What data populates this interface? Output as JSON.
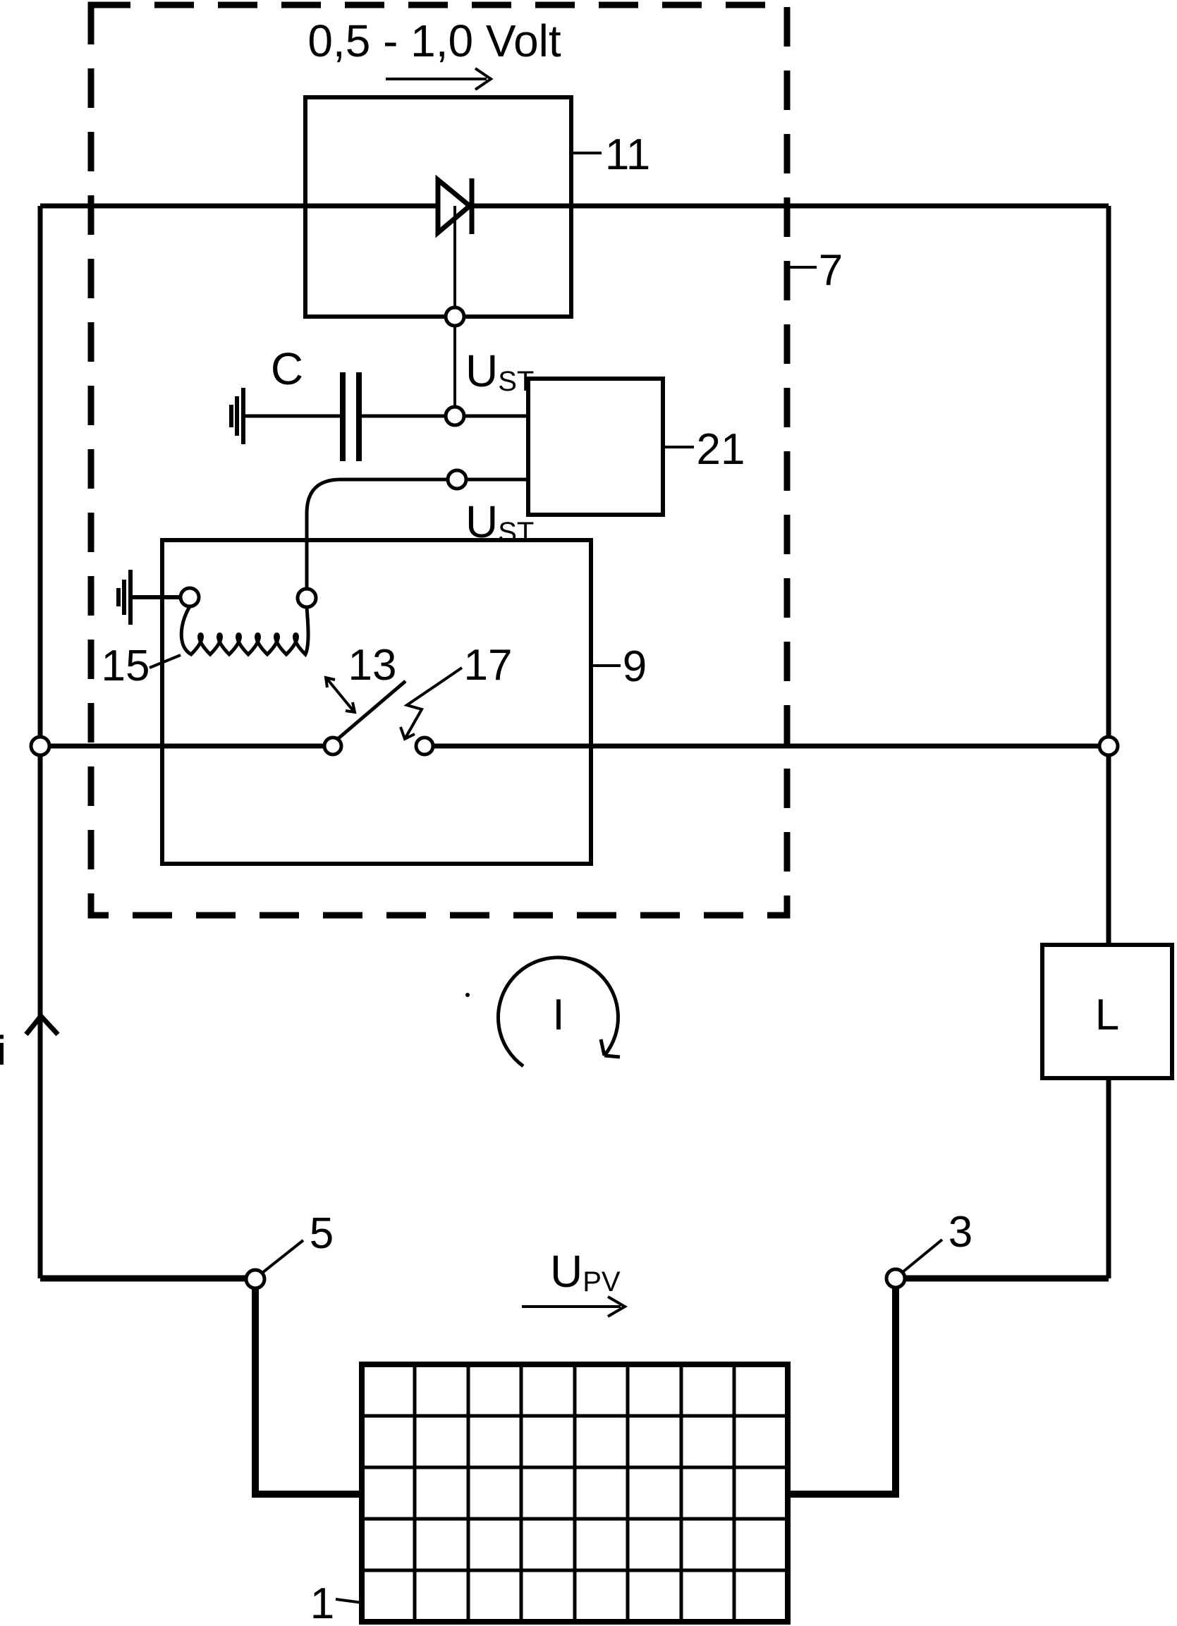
{
  "diagram": {
    "voltage_range": "0,5 - 1,0 Volt",
    "capacitor_label": "C",
    "control_voltage": {
      "base": "U",
      "sub": "ST"
    },
    "pv_voltage": {
      "base": "U",
      "sub": "PV"
    },
    "loop_current_label": "I",
    "line_current_label": "i",
    "load_label": "L",
    "refs": {
      "converter_box": "11",
      "dashed_unit": "7",
      "control_box": "21",
      "relay_box": "9",
      "relay_coil": "15",
      "switch_contact": "13",
      "switch_strike": "17",
      "terminal_left": "5",
      "terminal_right": "3",
      "pv_panel": "1"
    },
    "colors": {
      "ink": "#000000",
      "paper": "#ffffff"
    }
  }
}
